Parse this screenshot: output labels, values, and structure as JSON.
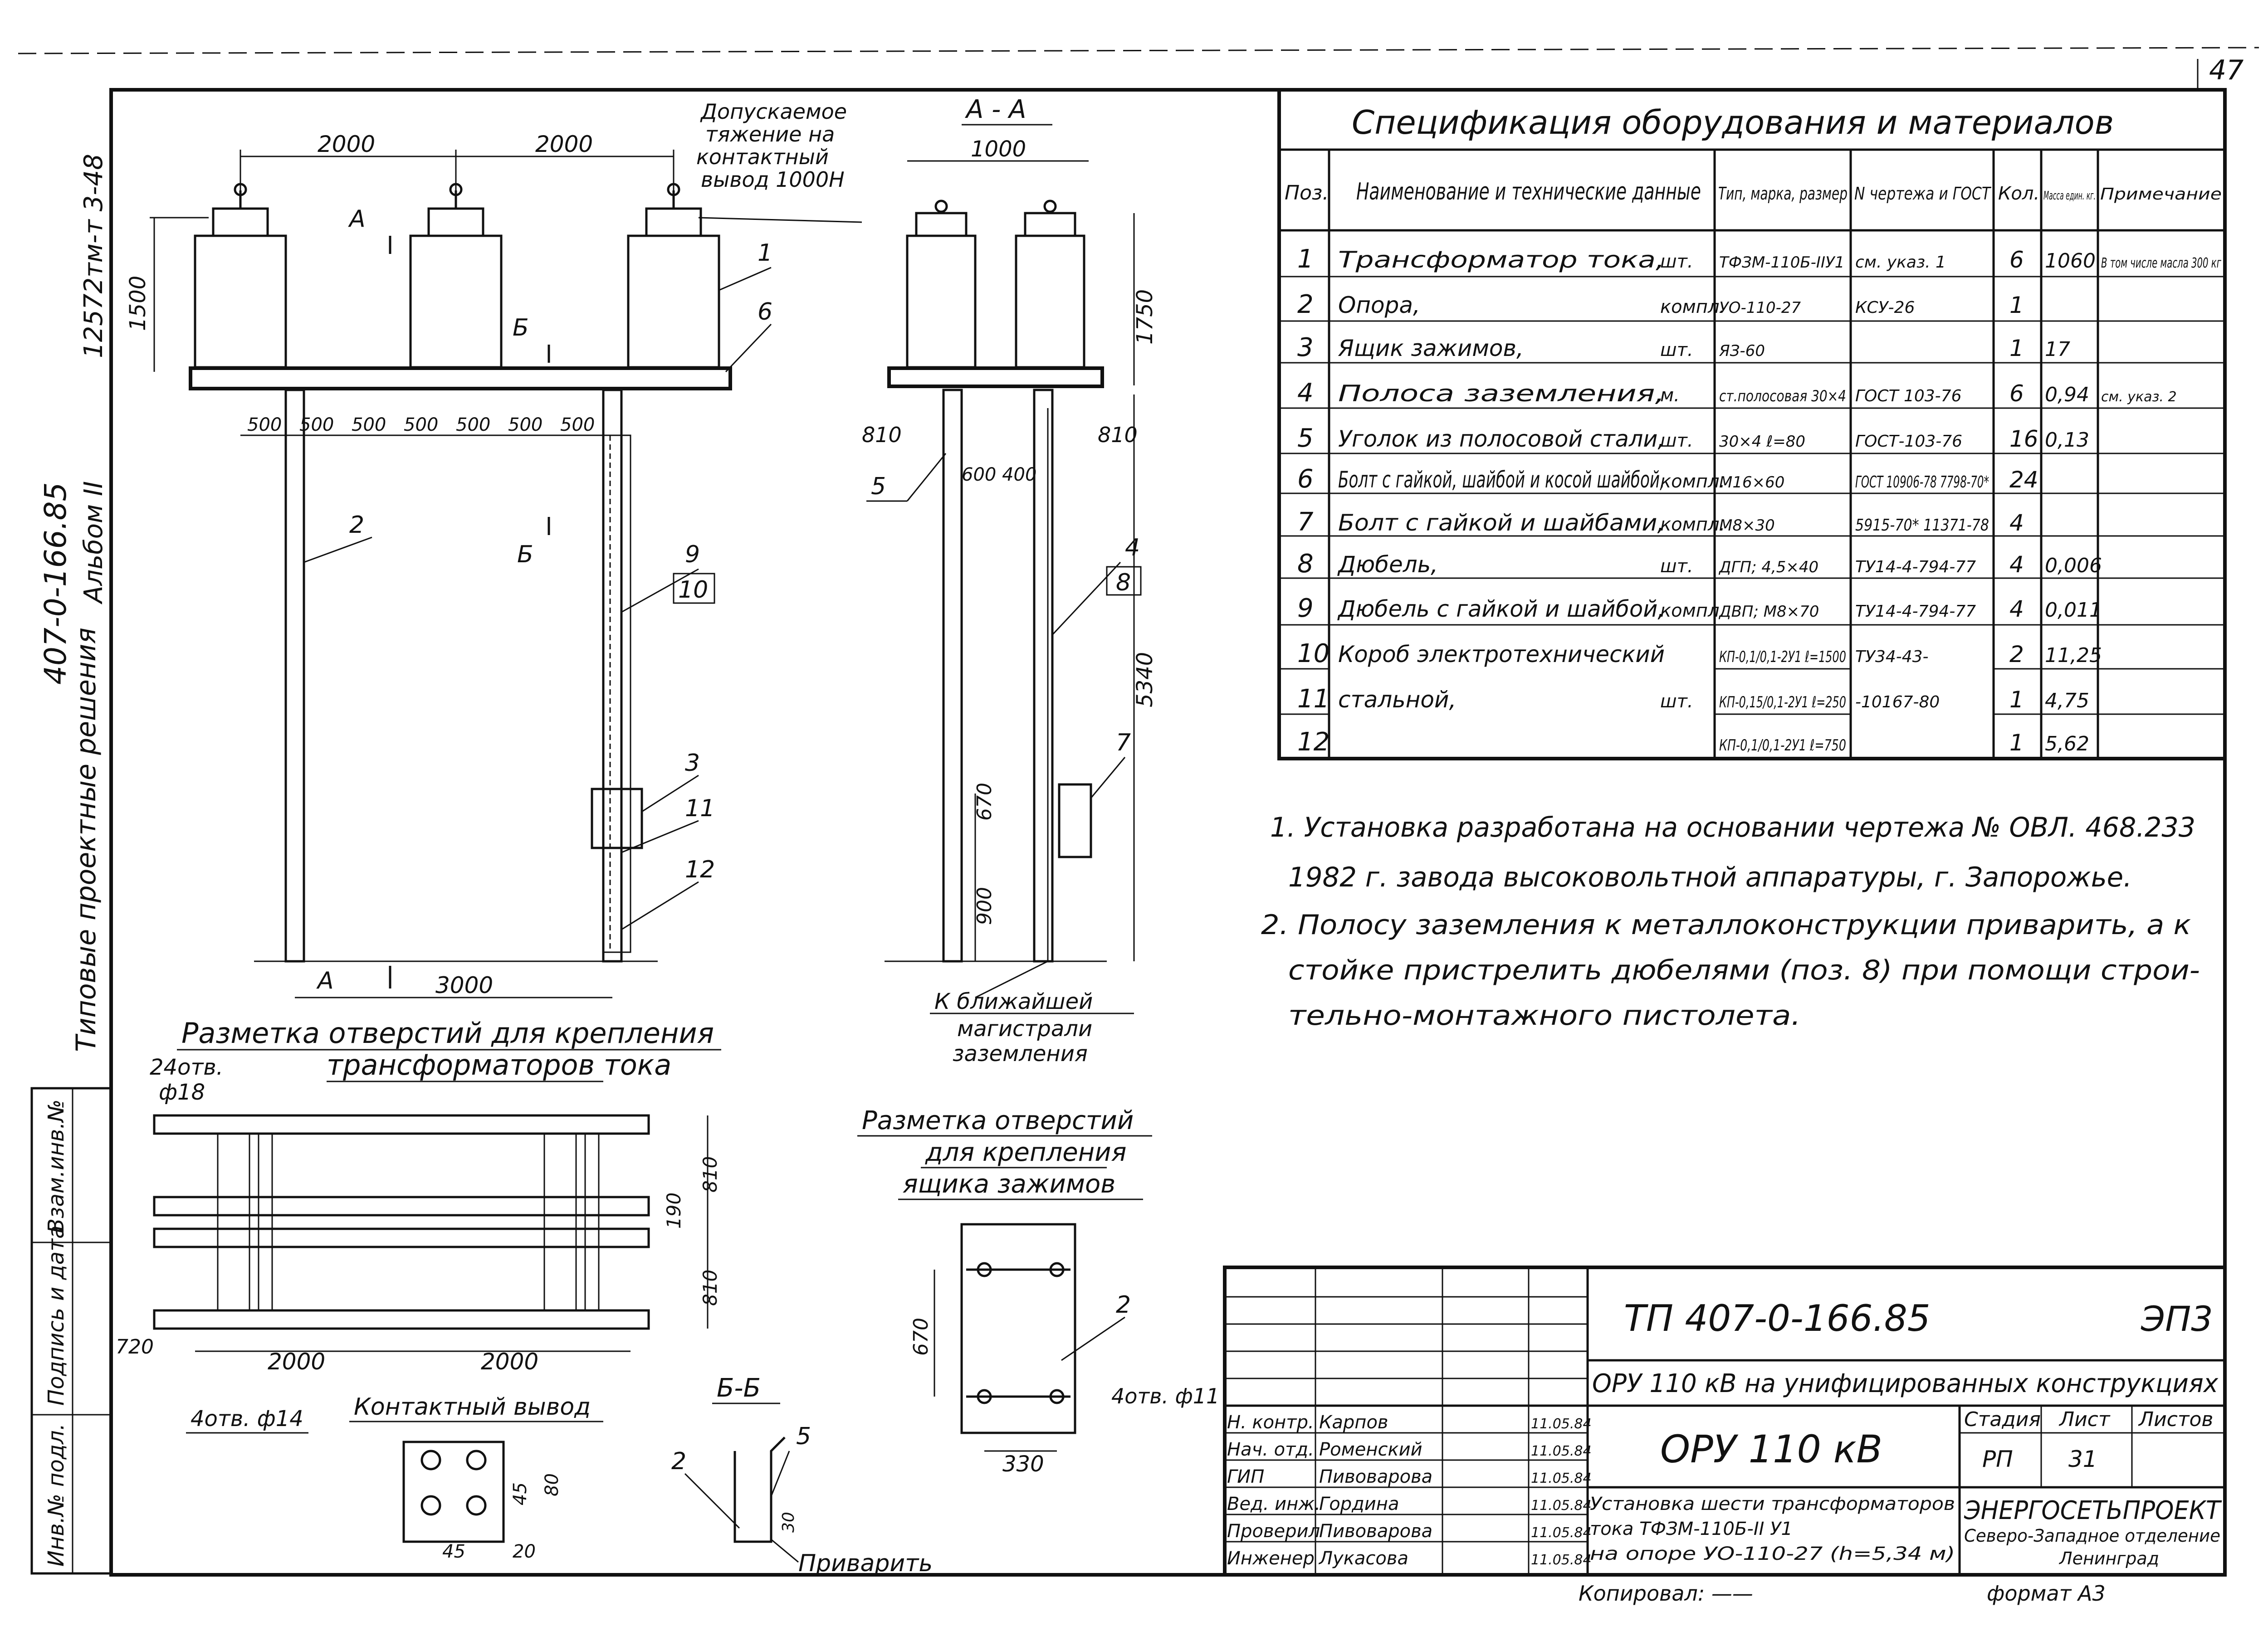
{
  "sheet": {
    "corner_number": "47",
    "side_code": "12572тм-т 3-48",
    "side_series": "407-0-166.85",
    "side_album": "Альбом II",
    "side_title": "Типовые проектные решения",
    "format": "формат А3",
    "copied_by": "Копировал: ——"
  },
  "left_stamp": [
    "Взам.инв.№",
    "Подпись и дата",
    "Инв.№ подл."
  ],
  "spec": {
    "title": "Спецификация оборудования и материалов",
    "headers": [
      "Поз.",
      "Наименование и технические данные",
      "Тип, марка, размер",
      "N чертежа и ГОСТ",
      "Кол.",
      "Масса един. кг.",
      "Примечание"
    ],
    "rows": [
      {
        "pos": "1",
        "name": "Трансформатор тока,",
        "unit": "шт.",
        "type": "ТФЗМ-110Б-ІІУ1",
        "gost": "см. указ. 1",
        "qty": "6",
        "mass": "1060",
        "note": "В том числе масла 300 кг"
      },
      {
        "pos": "2",
        "name": "Опора,",
        "unit": "компл.",
        "type": "УО-110-27",
        "gost": "КСУ-26",
        "qty": "1",
        "mass": "",
        "note": ""
      },
      {
        "pos": "3",
        "name": "Ящик зажимов,",
        "unit": "шт.",
        "type": "ЯЗ-60",
        "gost": "",
        "qty": "1",
        "mass": "17",
        "note": ""
      },
      {
        "pos": "4",
        "name": "Полоса заземления,",
        "unit": "м.",
        "type": "ст.полосовая 30×4",
        "gost": "ГОСТ 103-76",
        "qty": "6",
        "mass": "0,94",
        "note": "см. указ. 2"
      },
      {
        "pos": "5",
        "name": "Уголок из полосовой стали,",
        "unit": "шт.",
        "type": "30×4 ℓ=80",
        "gost": "ГОСТ-103-76",
        "qty": "16",
        "mass": "0,13",
        "note": ""
      },
      {
        "pos": "6",
        "name": "Болт с гайкой, шайбой и косой шайбой,",
        "unit": "компл.",
        "type": "М16×60",
        "gost": "ГОСТ 10906-78 7798-70*",
        "qty": "24",
        "mass": "",
        "note": ""
      },
      {
        "pos": "7",
        "name": "Болт с гайкой и шайбами,",
        "unit": "компл.",
        "type": "М8×30",
        "gost": "5915-70* 11371-78",
        "qty": "4",
        "mass": "",
        "note": ""
      },
      {
        "pos": "8",
        "name": "Дюбель,",
        "unit": "шт.",
        "type": "ДГП; 4,5×40",
        "gost": "ТУ14-4-794-77",
        "qty": "4",
        "mass": "0,006",
        "note": ""
      },
      {
        "pos": "9",
        "name": "Дюбель с гайкой и шайбой,",
        "unit": "компл.",
        "type": "ДВП; М8×70",
        "gost": "ТУ14-4-794-77",
        "qty": "4",
        "mass": "0,011",
        "note": ""
      },
      {
        "pos": "10",
        "name": "Короб электротехнический",
        "unit": "",
        "type": "КП-0,1/0,1-2У1 ℓ=1500",
        "gost": "ТУ34-43-",
        "qty": "2",
        "mass": "11,25",
        "note": ""
      },
      {
        "pos": "11",
        "name": "стальной,",
        "unit": "шт.",
        "type": "КП-0,15/0,1-2У1 ℓ=250",
        "gost": "-10167-80",
        "qty": "1",
        "mass": "4,75",
        "note": ""
      },
      {
        "pos": "12",
        "name": "",
        "unit": "",
        "type": "КП-0,1/0,1-2У1 ℓ=750",
        "gost": "",
        "qty": "1",
        "mass": "5,62",
        "note": ""
      }
    ]
  },
  "notes": [
    "1. Установка разработана на основании чертежа № ОВЛ. 468.233",
    "1982 г. завода высоковольтной аппаратуры, г. Запорожье.",
    "2. Полосу заземления к металлоконструкции приварить, а к",
    "стойке пристрелить дюбелями (поз. 8) при помощи строи-",
    "тельно-монтажного пистолета."
  ],
  "front_view": {
    "dim_top": [
      "2000",
      "2000"
    ],
    "dim_1500": "1500",
    "dim_500": [
      "500",
      "500",
      "500",
      "500",
      "500",
      "500",
      "500"
    ],
    "dim_bottom": "3000",
    "tension_note": [
      "Допускаемое",
      "тяжение на",
      "контактный",
      "вывод 1000Н"
    ],
    "section_A": "А",
    "section_B": "Б",
    "callouts": [
      "1",
      "6",
      "2",
      "9",
      "10",
      "3",
      "11",
      "12"
    ]
  },
  "side_view": {
    "title": "А - А",
    "dim_top": "1000",
    "dim_1750": "1750",
    "dim_5340": "5340",
    "dim_810_left": "810",
    "dim_810_right": "810",
    "dim_600_400": "600 400",
    "dim_670": "670",
    "dim_900": "900",
    "callouts": [
      "5",
      "4",
      "8",
      "7"
    ],
    "ground_note": [
      "К ближайшей",
      "магистрали",
      "заземления"
    ]
  },
  "holes_ct": {
    "title": [
      "Разметка отверстий для крепления",
      "трансформаторов тока"
    ],
    "holes": "24отв.",
    "dia": "ф18",
    "dims_bottom": [
      "2000",
      "2000"
    ],
    "dim_720": "720",
    "dims_right": [
      "190",
      "810",
      "810"
    ]
  },
  "holes_box": {
    "title": [
      "Разметка отверстий",
      "для крепления",
      "ящика зажимов"
    ],
    "callout": "2",
    "dim_670": "670",
    "dim_330": "330",
    "holes": "4отв. ф11"
  },
  "contact": {
    "holes": "4отв. ф14",
    "title": "Контактный вывод",
    "dim_45v": "45",
    "dim_80": "80",
    "dim_45h": "45",
    "dim_20": "20"
  },
  "section_bb": {
    "title": "Б-Б",
    "callouts": [
      "2",
      "5"
    ],
    "dim_30": "30",
    "weld": "Приварить"
  },
  "title_block": {
    "doc_code": "ТП 407-0-166.85",
    "doc_suffix": "ЭП3",
    "project": "ОРУ 110 кВ на унифицированных конструкциях",
    "object": "ОРУ 110 кВ",
    "stage_label": "Стадия",
    "sheet_label": "Лист",
    "sheets_label": "Листов",
    "stage": "РП",
    "sheet": "31",
    "sheets": "",
    "description": [
      "Установка шести трансформаторов",
      "тока ТФЗМ-110Б-ІІ У1",
      "на опоре УО-110-27 (h=5,34 м)"
    ],
    "org": [
      "ЭНЕРГОСЕТЬПРОЕКТ",
      "Северо-Западное отделение",
      "Ленинград"
    ],
    "staff": [
      {
        "role": "Н. контр.",
        "name": "Карпов",
        "date": "11.05.84"
      },
      {
        "role": "Нач. отд.",
        "name": "Роменский",
        "date": "11.05.84"
      },
      {
        "role": "ГИП",
        "name": "Пивоварова",
        "date": "11.05.84"
      },
      {
        "role": "Вед. инж.",
        "name": "Гордина",
        "date": "11.05.84"
      },
      {
        "role": "Проверил",
        "name": "Пивоварова",
        "date": "11.05.84"
      },
      {
        "role": "Инженер",
        "name": "Лукасова",
        "date": "11.05.84"
      }
    ]
  }
}
